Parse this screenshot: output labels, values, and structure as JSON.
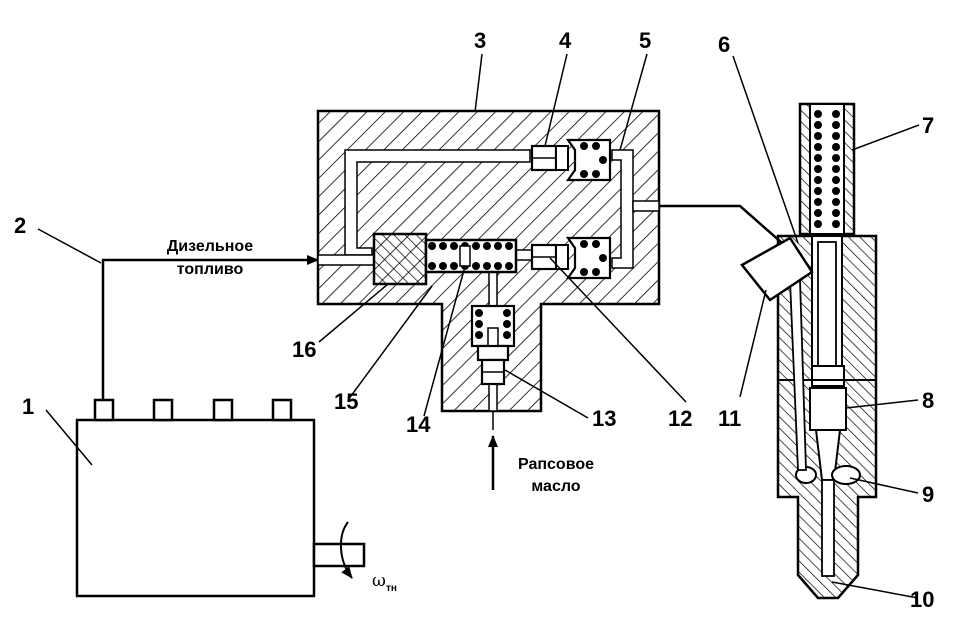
{
  "labels": {
    "fuel_line": [
      "Дизельное",
      "топливо"
    ],
    "oil_line": [
      "Рапсовое",
      "масло"
    ],
    "omega_symbol": "ω",
    "omega_subscript": "тн"
  },
  "callouts": [
    "1",
    "2",
    "3",
    "4",
    "5",
    "6",
    "7",
    "8",
    "9",
    "10",
    "11",
    "12",
    "13",
    "14",
    "15",
    "16"
  ]
}
